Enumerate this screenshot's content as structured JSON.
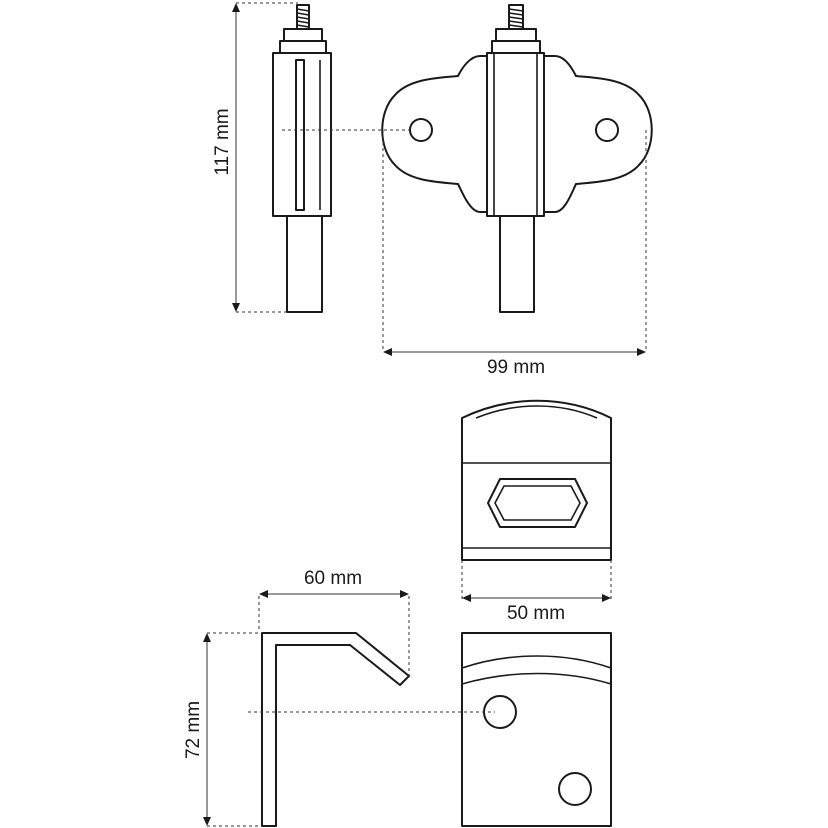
{
  "dimensions": {
    "height_top": "117 mm",
    "width_top": "99 mm",
    "width_hook": "60 mm",
    "width_plate": "50 mm",
    "height_hook": "72 mm"
  },
  "colors": {
    "line": "#1a1a1a",
    "background": "#ffffff"
  }
}
